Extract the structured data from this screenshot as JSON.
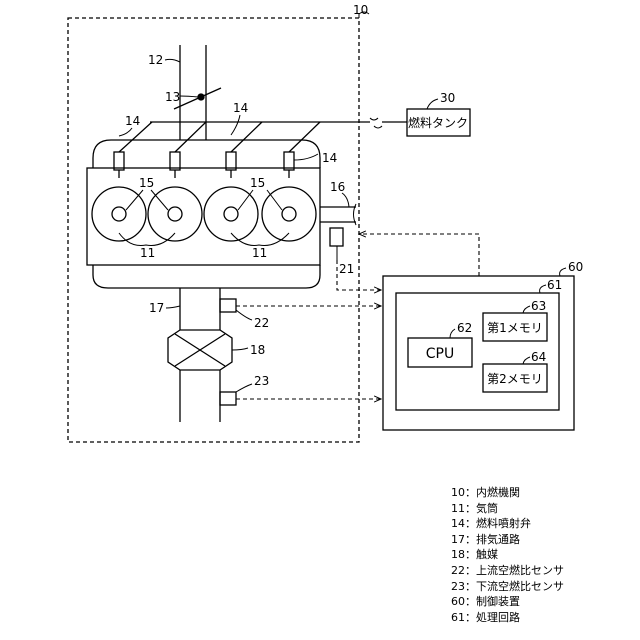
{
  "labels": {
    "engine": "10",
    "intake_passage": "12",
    "throttle": "13",
    "injector_a": "14",
    "injector_b": "14",
    "injector_c": "14",
    "piston_left": "15",
    "piston_right": "15",
    "cylinder_left": "11",
    "cylinder_right": "11",
    "crank_sensor_shaft": "16",
    "sensor_21": "21",
    "exhaust_passage": "17",
    "upstream_sensor": "22",
    "catalyst": "18",
    "downstream_sensor": "23",
    "fuel_tank": "30",
    "ecu": "60",
    "processing_circuit": "61",
    "cpu_ref": "62",
    "memory1_ref": "63",
    "memory2_ref": "64"
  },
  "boxes": {
    "fuel_tank": "燃料タンク",
    "cpu": "CPU",
    "memory1": "第1メモリ",
    "memory2": "第2メモリ"
  },
  "legend": [
    {
      "num": "10",
      "text": "内燃機関"
    },
    {
      "num": "11",
      "text": "気筒"
    },
    {
      "num": "14",
      "text": "燃料噴射弁"
    },
    {
      "num": "17",
      "text": "排気通路"
    },
    {
      "num": "18",
      "text": "触媒"
    },
    {
      "num": "22",
      "text": "上流空燃比センサ"
    },
    {
      "num": "23",
      "text": "下流空燃比センサ"
    },
    {
      "num": "60",
      "text": "制御装置"
    },
    {
      "num": "61",
      "text": "処理回路"
    }
  ]
}
